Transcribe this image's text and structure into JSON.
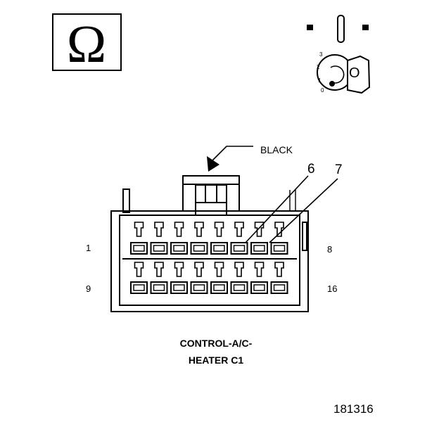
{
  "ohm_symbol": "Ω",
  "ignition": {
    "positions": [
      "3",
      "2",
      "1",
      "0"
    ],
    "key_letter": "O"
  },
  "connector": {
    "color_label": "BLACK",
    "callouts": [
      "6",
      "7"
    ],
    "pin_labels": {
      "top_left": "1",
      "top_right": "8",
      "bottom_left": "9",
      "bottom_right": "16"
    },
    "name_line1": "CONTROL-A/C-",
    "name_line2": "HEATER C1"
  },
  "figure_number": "181316"
}
